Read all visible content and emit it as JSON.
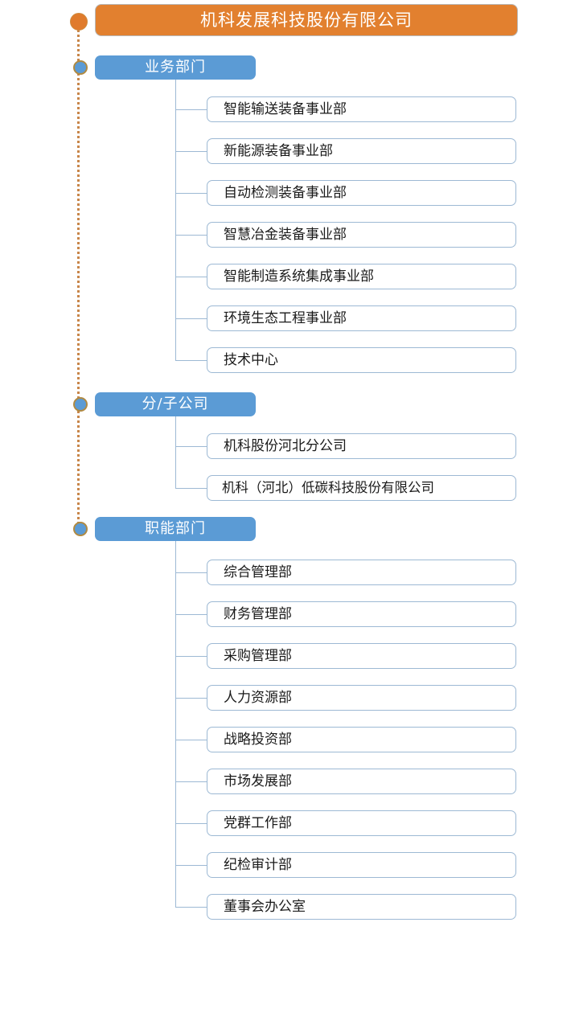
{
  "chart": {
    "title": "机科发展科技股份有限公司",
    "root_node_icon": "root-node-dot-icon",
    "spine_icon": "dotted-spine-connector",
    "colors": {
      "root_bar": "#e2802f",
      "section_header": "#5b9bd5",
      "item_border": "#9db9d4",
      "spine_dotted": "#c8864a",
      "node_blue": "#5b9bd5",
      "node_ring": "#b08a43",
      "text_on_color": "#ffffff",
      "text_body": "#1a1a1a"
    },
    "sections": [
      {
        "label": "业务部门",
        "items": [
          "智能输送装备事业部",
          "新能源装备事业部",
          "自动检测装备事业部",
          "智慧冶金装备事业部",
          "智能制造系统集成事业部",
          "环境生态工程事业部",
          "技术中心"
        ]
      },
      {
        "label": "分/子公司",
        "items": [
          "机科股份河北分公司",
          "机科（河北）低碳科技股份有限公司"
        ]
      },
      {
        "label": "职能部门",
        "items": [
          "综合管理部",
          "财务管理部",
          "采购管理部",
          "人力资源部",
          "战略投资部",
          "市场发展部",
          "党群工作部",
          "纪检审计部",
          "董事会办公室"
        ]
      }
    ]
  }
}
